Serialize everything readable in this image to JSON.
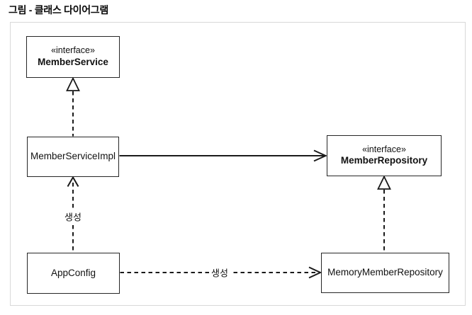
{
  "page": {
    "title": "그림 - 클래스 다이어그램"
  },
  "diagram": {
    "type": "uml-class-diagram",
    "classes": [
      {
        "id": "member-service",
        "stereotype": "«interface»",
        "name": "MemberService"
      },
      {
        "id": "member-service-impl",
        "stereotype": "",
        "name": "MemberServiceImpl"
      },
      {
        "id": "member-repository",
        "stereotype": "«interface»",
        "name": "MemberRepository"
      },
      {
        "id": "app-config",
        "stereotype": "",
        "name": "AppConfig"
      },
      {
        "id": "memory-member-repository",
        "stereotype": "",
        "name": "MemoryMemberRepository"
      }
    ],
    "relationships": [
      {
        "from": "MemberServiceImpl",
        "to": "MemberService",
        "type": "realization",
        "style": "dashed-hollow-triangle",
        "label": ""
      },
      {
        "from": "MemberServiceImpl",
        "to": "MemberRepository",
        "type": "dependency",
        "style": "solid-open-arrow",
        "label": ""
      },
      {
        "from": "MemoryMemberRepository",
        "to": "MemberRepository",
        "type": "realization",
        "style": "dashed-hollow-triangle",
        "label": ""
      },
      {
        "from": "AppConfig",
        "to": "MemberServiceImpl",
        "type": "create",
        "style": "dashed-open-arrow",
        "label": "생성"
      },
      {
        "from": "AppConfig",
        "to": "MemoryMemberRepository",
        "type": "create",
        "style": "dashed-open-arrow",
        "label": "생성"
      }
    ],
    "labels": {
      "create_vertical": "생성",
      "create_horizontal": "생성"
    },
    "colors": {
      "background": "#ffffff",
      "canvas_border": "#d9d9d9",
      "box_border": "#262626",
      "line": "#1a1a1a",
      "text": "#111111"
    }
  }
}
